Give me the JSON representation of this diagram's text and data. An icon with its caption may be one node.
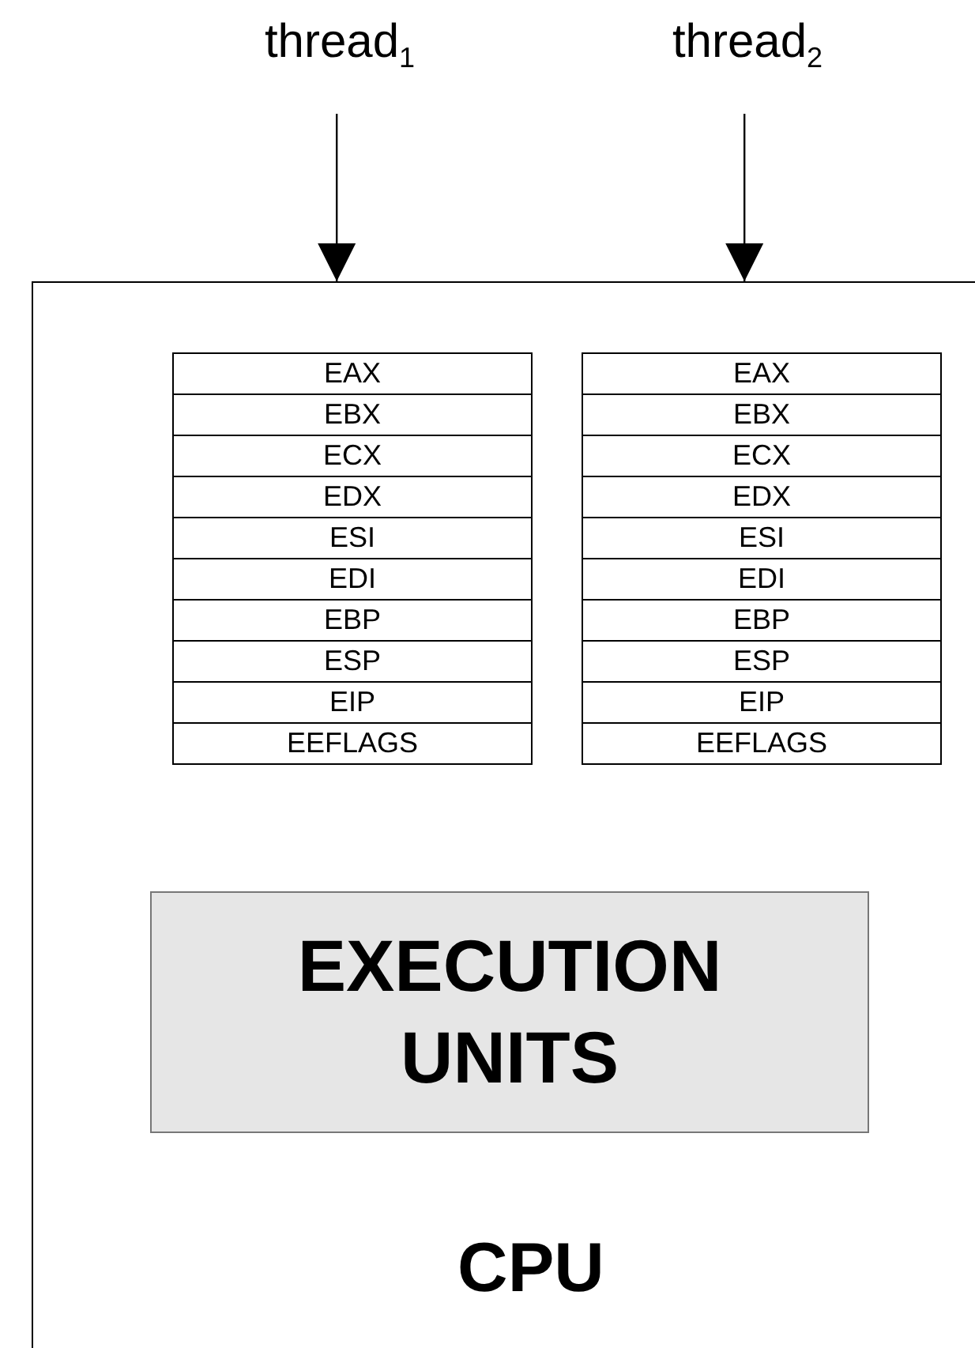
{
  "diagram": {
    "nodes": [
      {
        "text": [
          "CPU"
        ]
      },
      {
        "text": [],
        "shape": "box",
        "in": 0
      },
      {
        "text": [
          "EAX"
        ],
        "in": 1
      },
      {
        "text": [
          "EBX"
        ],
        "in": 1
      },
      {
        "text": [
          "ECX"
        ],
        "in": 1
      },
      {
        "text": [
          "EDX"
        ],
        "in": 1
      },
      {
        "text": [
          "ESI"
        ],
        "in": 1
      },
      {
        "text": [
          "EDI"
        ],
        "in": 1
      },
      {
        "text": [
          "EBP"
        ],
        "in": 1
      },
      {
        "text": [
          "ESP"
        ],
        "in": 1
      },
      {
        "text": [
          "EIP"
        ],
        "in": 1
      },
      {
        "text": [
          "EEFLAGS"
        ],
        "in": 1
      },
      {
        "text": [],
        "shape": "box",
        "in": 0
      },
      {
        "text": [
          "EAX"
        ],
        "in": 12
      },
      {
        "text": [
          "EBX"
        ],
        "in": 12
      },
      {
        "text": [
          "ECX"
        ],
        "in": 12
      },
      {
        "text": [
          "EDX"
        ],
        "in": 12
      },
      {
        "text": [
          "ESI"
        ],
        "in": 12
      },
      {
        "text": [
          "EDI"
        ],
        "in": 12
      },
      {
        "text": [
          "EBP"
        ],
        "in": 12
      },
      {
        "text": [
          "ESP"
        ],
        "in": 12
      },
      {
        "text": [
          "EIP"
        ],
        "in": 12
      },
      {
        "text": [
          "EEFLAGS"
        ],
        "in": 12
      },
      {
        "text": [
          "EXECUTION UNITS"
        ],
        "in": 0
      },
      {
        "text": [
          "thread$_{1}$"
        ]
      },
      {
        "text": [
          "thread$_{2}$"
        ]
      }
    ],
    "edges": [
      {
        "from": 24,
        "to": 0,
        "arrow": "to"
      },
      {
        "from": 25,
        "to": 0,
        "arrow": "to"
      }
    ]
  }
}
